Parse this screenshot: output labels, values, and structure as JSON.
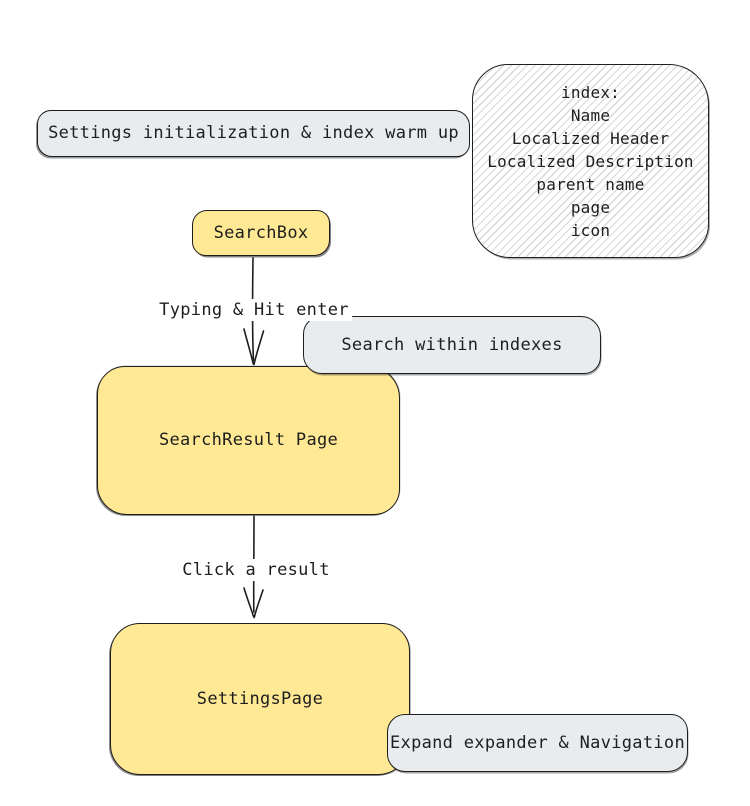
{
  "colors": {
    "canvas_bg": "#ffffff",
    "yellow_fill": "#ffe994",
    "gray_fill": "#e9ecef",
    "stroke": "#1e1e1e",
    "hatch_line": "#d8d8d8"
  },
  "nodes": {
    "settings_init": {
      "label": "Settings initialization & index warm up"
    },
    "index_note": {
      "lines": [
        "index:",
        "Name",
        "Localized Header",
        "Localized Description",
        "parent name",
        "page",
        "icon"
      ]
    },
    "search_box": {
      "label": "SearchBox"
    },
    "search_within": {
      "label": "Search within indexes"
    },
    "search_result": {
      "label": "SearchResult Page"
    },
    "settings_page": {
      "label": "SettingsPage"
    },
    "expand_nav": {
      "label": "Expand expander & Navigation"
    }
  },
  "edges": {
    "typing": {
      "label": "Typing & Hit enter"
    },
    "click": {
      "label": "Click a result"
    }
  }
}
